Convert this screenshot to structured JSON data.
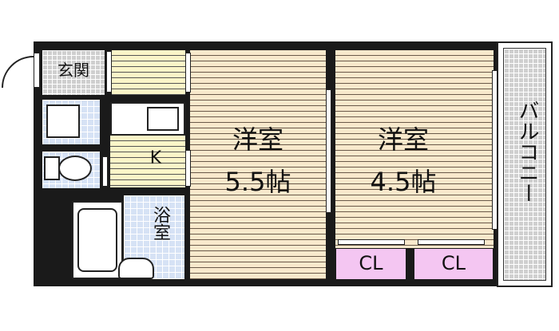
{
  "floor_plan": {
    "rooms": {
      "entrance": "玄関",
      "kitchen": "K",
      "bath": "浴室",
      "western_room_1": {
        "name": "洋室",
        "size": "5.5帖"
      },
      "western_room_2": {
        "name": "洋室",
        "size": "4.5帖"
      },
      "closet_1": "CL",
      "closet_2": "CL",
      "balcony": "バルコニー"
    },
    "colors": {
      "wall": "#1a1a1a",
      "room_floor": "#f8e9cc",
      "kitchen_floor": "#fbf5c8",
      "closet": "#f4c6f2",
      "wet_tile": "#d6e2f5",
      "stone_tile": "#cfcfcf"
    }
  }
}
